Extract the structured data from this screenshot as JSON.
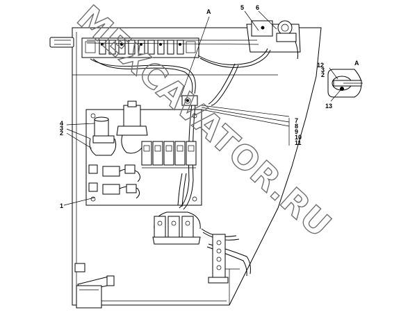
{
  "diagram": {
    "callouts": {
      "view_a_top": "A",
      "item_5": "5",
      "item_6": "6",
      "view_a_side": "A",
      "item_12": "12",
      "item_3_side": "3",
      "item_2_side": "2",
      "item_13": "13",
      "item_4": "4",
      "item_3": "3",
      "item_2": "2",
      "item_7": "7",
      "item_8": "8",
      "item_9": "9",
      "item_10": "10",
      "item_11": "11",
      "item_1": "1"
    },
    "watermark": "MEXCAVATOR.RU"
  }
}
